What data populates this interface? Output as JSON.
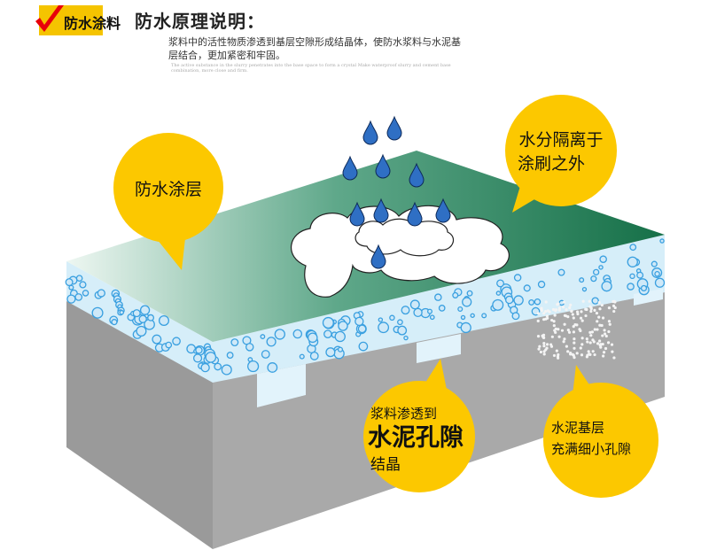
{
  "header": {
    "badge_label": "防水涂料",
    "title": "防水原理说明：",
    "description": "浆料中的活性物质渗透到基层空隙形成结晶体，使防水浆料与水泥基层结合，更加紧密和牢固。",
    "english_note": "The active substance in the slurry penetrates into the base space to form a crystal Make waterproof slurry and cement base combination, more close and firm."
  },
  "callouts": {
    "coating": "防水涂层",
    "isolation_line1": "水分隔离于",
    "isolation_line2": "涂刷之外",
    "penetrate_line1": "浆料渗透到",
    "penetrate_line2": "水泥孔隙",
    "penetrate_line3": "结晶",
    "base_line1": "水泥基层",
    "base_line2": "充满细小孔隙"
  },
  "colors": {
    "callout": "#fcc800",
    "top_green": "#1e7a50",
    "coating": "#d6eef9",
    "bubble": "#3aa0e0",
    "concrete": "#a6a6a6"
  }
}
